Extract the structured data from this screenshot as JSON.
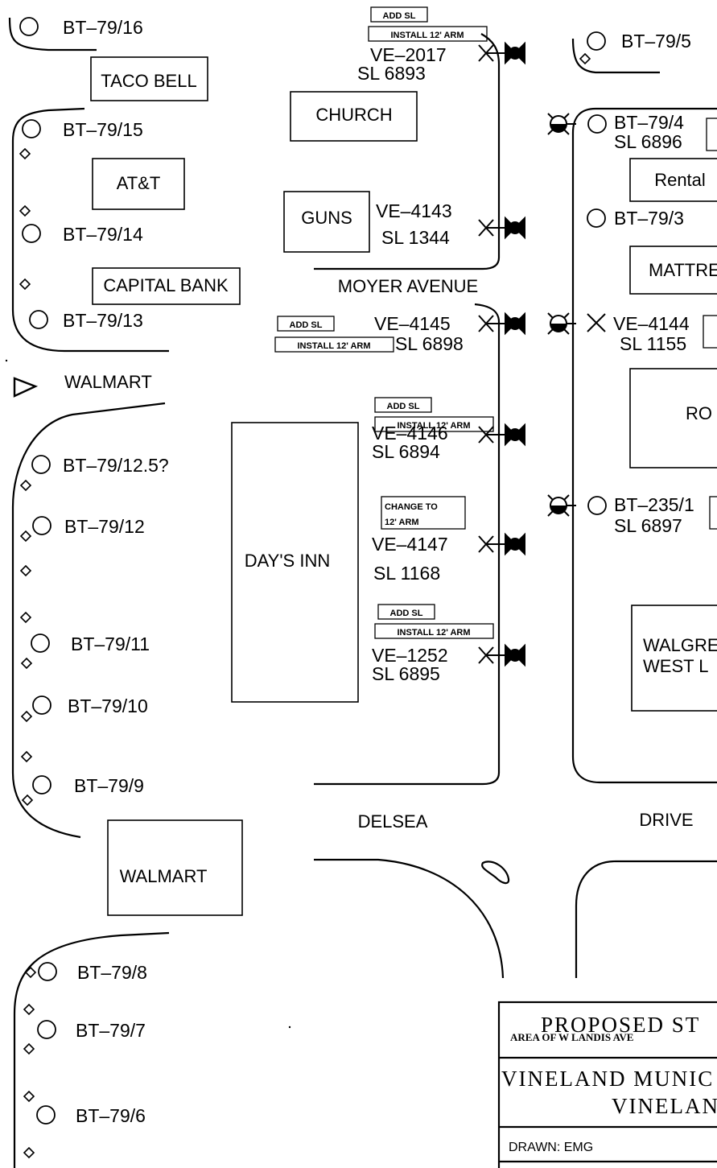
{
  "businesses": {
    "taco_bell": "TACO BELL",
    "church": "CHURCH",
    "att": "AT&T",
    "guns": "GUNS",
    "capital_bank": "CAPITAL BANK",
    "rental": "Rental",
    "mattress": "MATTRE",
    "ro": "RO",
    "days_inn": "DAY'S INN",
    "walgreens_1": "WALGRE",
    "walgreens_2": "WEST L",
    "walmart_building": "WALMART"
  },
  "streets": {
    "moyer": "MOYER AVENUE",
    "walmart_entrance": "WALMART",
    "delsea": "DELSEA",
    "drive": "DRIVE"
  },
  "poles": {
    "bt16": "BT–79/16",
    "bt15": "BT–79/15",
    "bt14": "BT–79/14",
    "bt13": "BT–79/13",
    "bt12_5": "BT–79/12.5?",
    "bt12": "BT–79/12",
    "bt11": "BT–79/11",
    "bt10": "BT–79/10",
    "bt9": "BT–79/9",
    "bt8": "BT–79/8",
    "bt7": "BT–79/7",
    "bt6": "BT–79/6",
    "bt5": "BT–79/5",
    "bt4": "BT–79/4",
    "bt4_sl": "SL 6896",
    "bt3": "BT–79/3",
    "bt235": "BT–235/1",
    "bt235_sl": "SL 6897"
  },
  "lights": {
    "ve2017": "VE–2017",
    "sl6893": "SL 6893",
    "ve4143": "VE–4143",
    "sl1344": "SL 1344",
    "ve4145": "VE–4145",
    "sl6898": "SL 6898",
    "ve4144": "VE–4144",
    "sl1155": "SL 1155",
    "ve4146": "VE–4146",
    "sl6894": "SL 6894",
    "ve4147": "VE–4147",
    "sl1168": "SL 1168",
    "ve1252": "VE–1252",
    "sl6895": "SL 6895"
  },
  "notes": {
    "add_sl": "ADD SL",
    "install_arm": "INSTALL 12' ARM",
    "change_to": "CHANGE TO",
    "arm_12": "12' ARM"
  },
  "title_block": {
    "title": "PROPOSED ST",
    "area": "AREA OF W LANDIS AVE",
    "muni_1": "VINELAND MUNIC",
    "muni_2": "VINELAN",
    "drawn": "DRAWN: EMG"
  }
}
